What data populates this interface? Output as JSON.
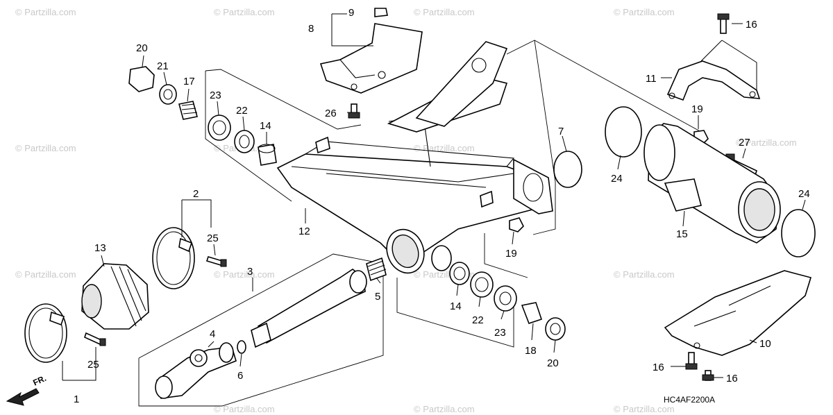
{
  "watermark": "© Partzilla.com",
  "diagram_code": "HC4AF2200A",
  "direction_label": "FR.",
  "callouts": {
    "c1": "1",
    "c2": "2",
    "c3": "3",
    "c4": "4",
    "c5": "5",
    "c6": "6",
    "c7": "7",
    "c8": "8",
    "c9": "9",
    "c10": "10",
    "c11": "11",
    "c12": "12",
    "c13": "13",
    "c14a": "14",
    "c14b": "14",
    "c15": "15",
    "c16a": "16",
    "c16b": "16",
    "c16c": "16",
    "c17": "17",
    "c18": "18",
    "c19a": "19",
    "c19b": "19",
    "c20a": "20",
    "c20b": "20",
    "c21": "21",
    "c22a": "22",
    "c22b": "22",
    "c23a": "23",
    "c23b": "23",
    "c24a": "24",
    "c24b": "24",
    "c25a": "25",
    "c25b": "25",
    "c26": "26",
    "c27": "27"
  }
}
